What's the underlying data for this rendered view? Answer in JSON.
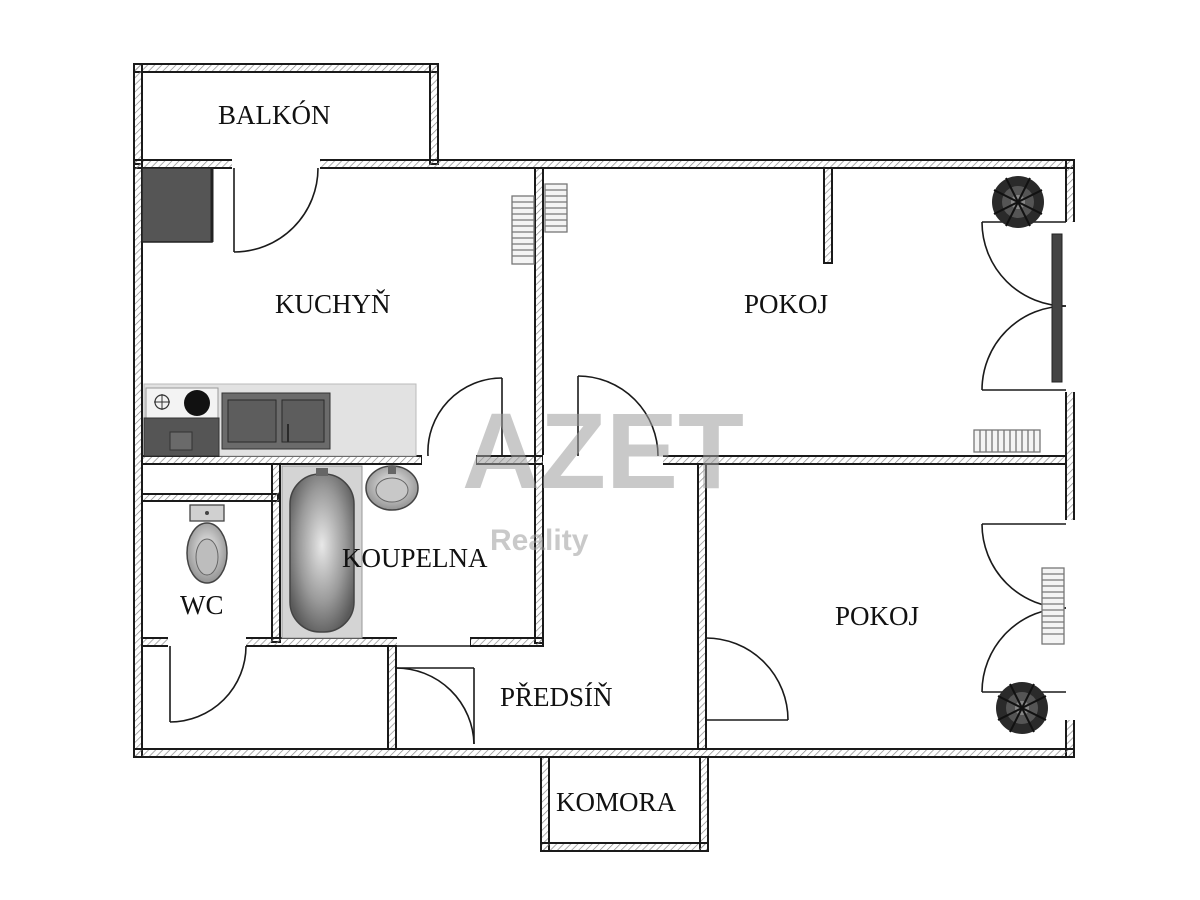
{
  "rooms": {
    "balkon": "BALKÓN",
    "kuchyn": "KUCHYŇ",
    "pokoj_top": "POKOJ",
    "koupelna": "KOUPELNA",
    "wc": "WC",
    "pokoj_bottom": "POKOJ",
    "predsin": "PŘEDSÍŇ",
    "komora": "KOMORA"
  },
  "watermark": {
    "brand": "AZET",
    "sub": "Reality"
  },
  "colors": {
    "wall": "#1a1a1a",
    "hatch": "#9a9a9a",
    "fixture_dark": "#555555",
    "fixture_light": "#e2e2e2",
    "watermark": "#9e9e9e"
  }
}
